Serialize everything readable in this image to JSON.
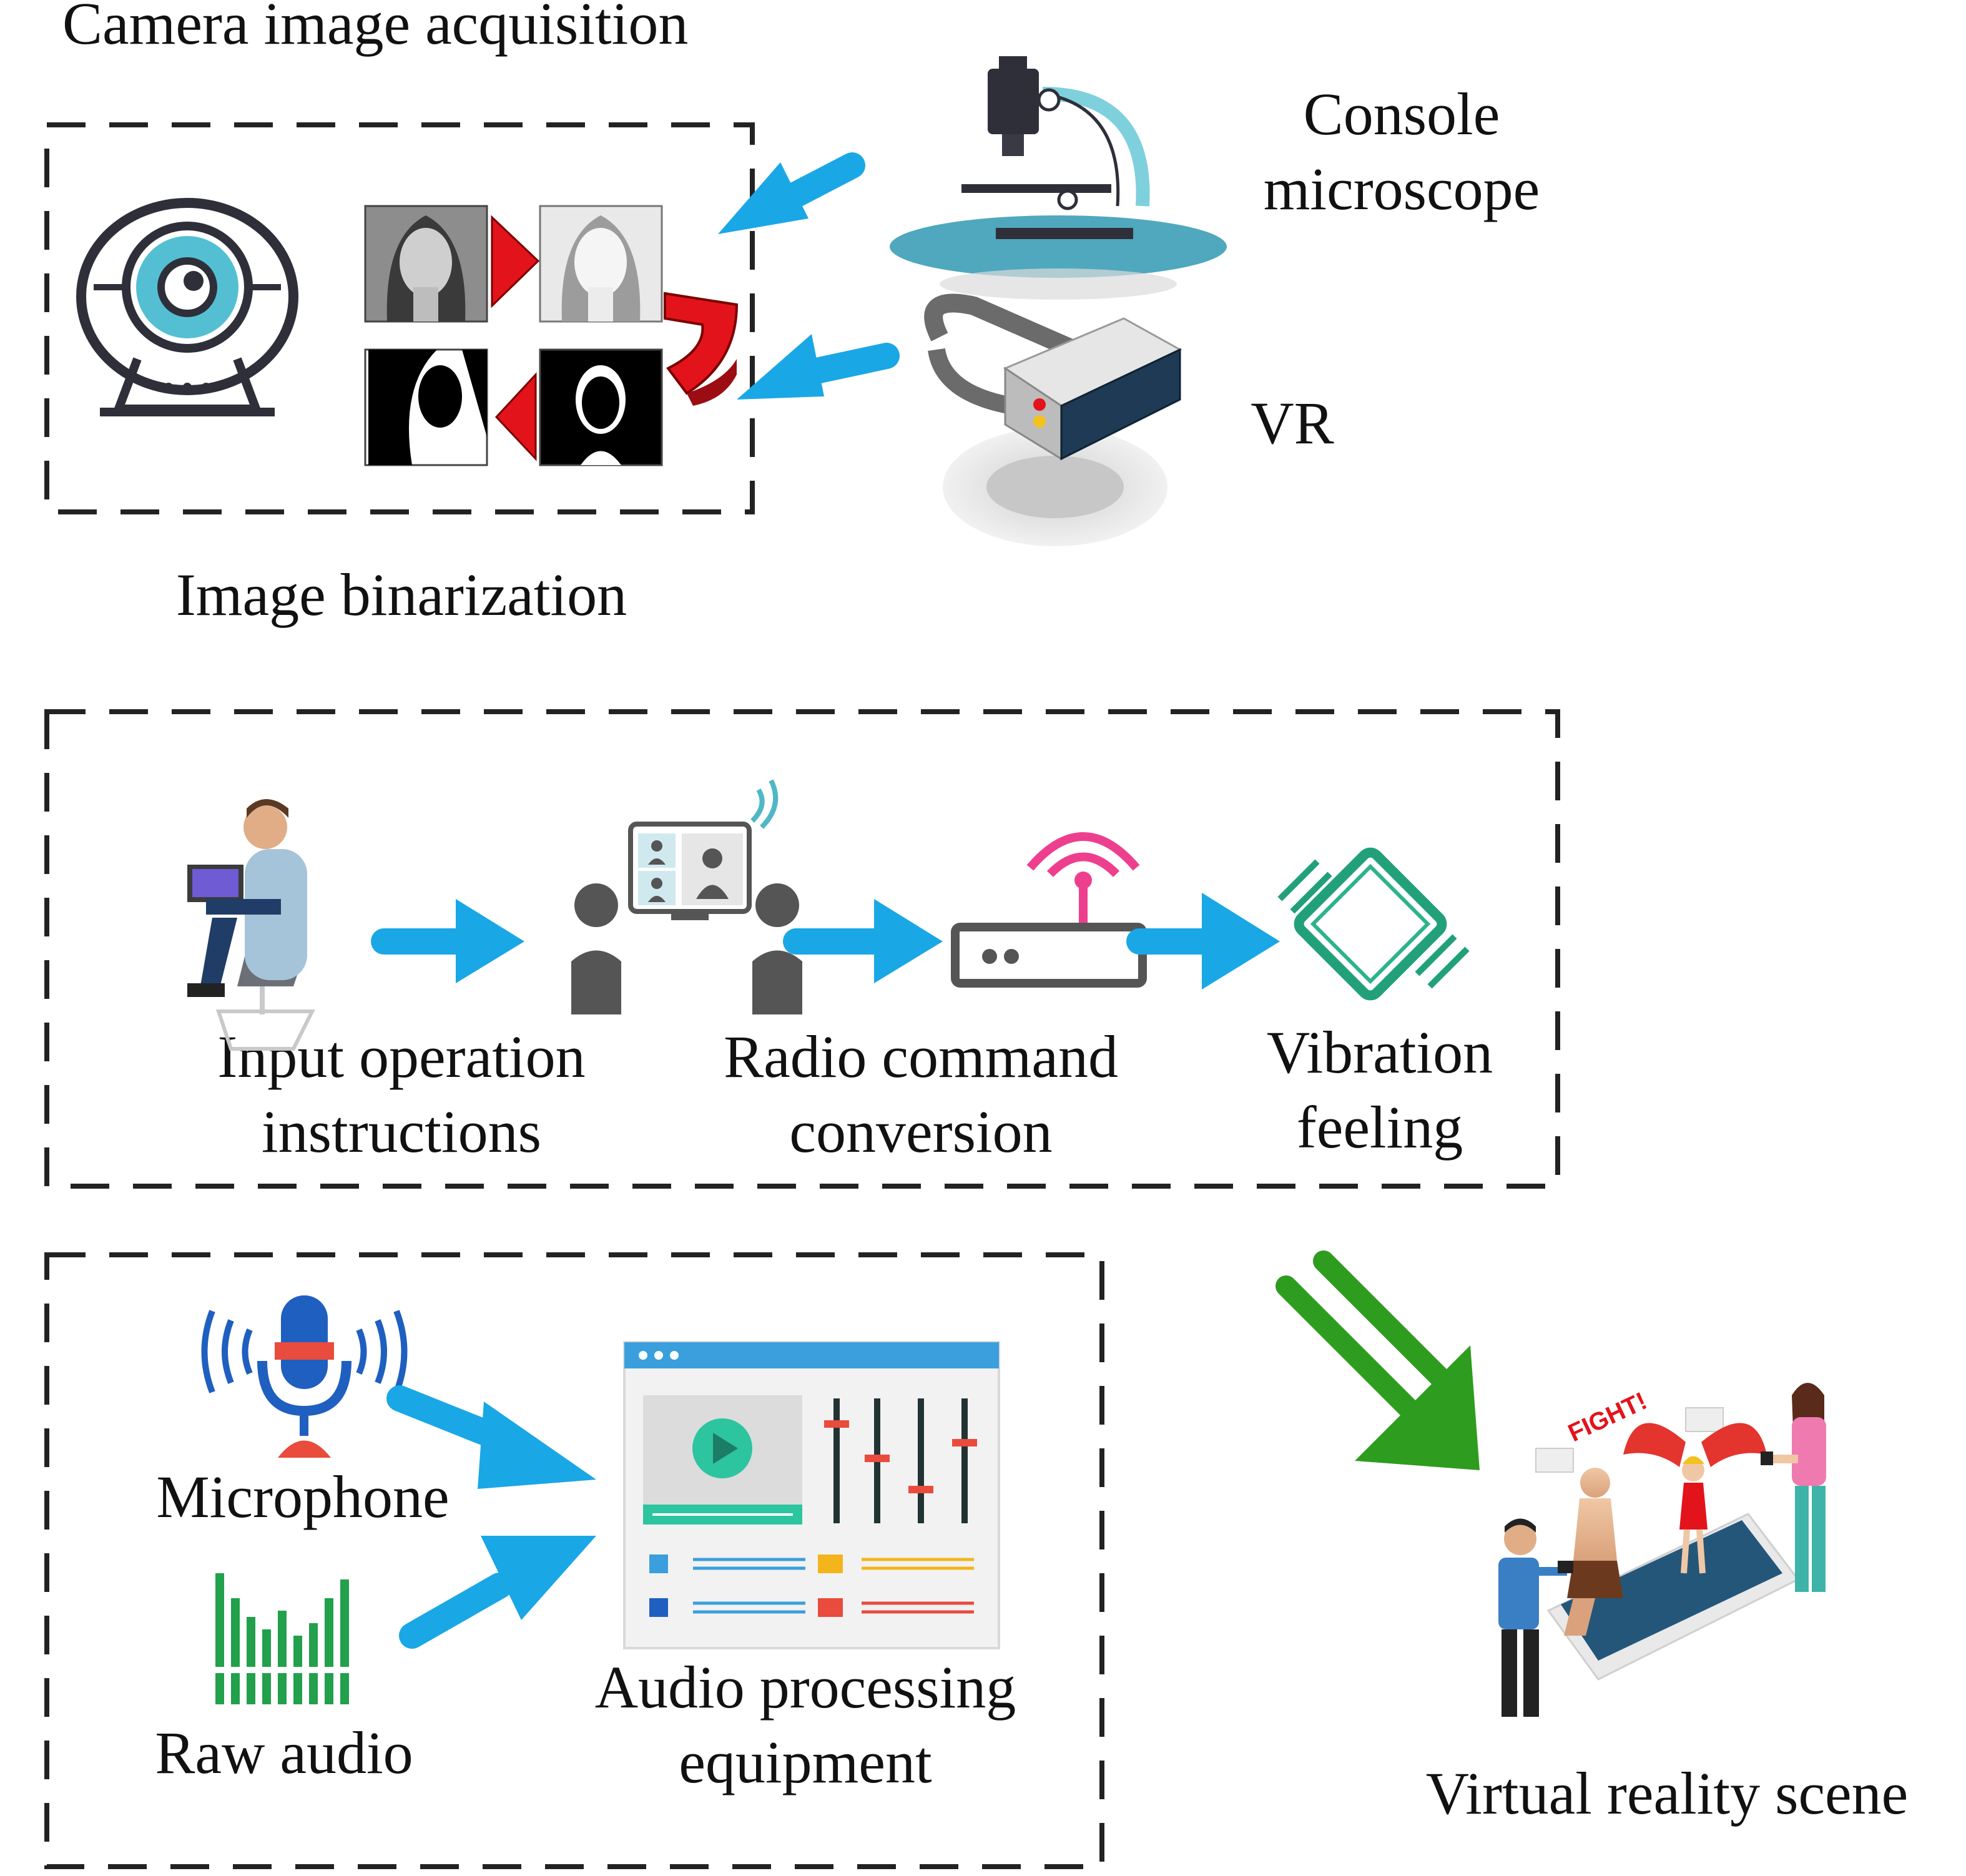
{
  "labels": {
    "camera_acquisition": "Camera image acquisition",
    "console_microscope_1": "Console",
    "console_microscope_2": "microscope",
    "vr": "VR",
    "image_binarization": "Image binarization",
    "input_ops_1": "Input operation",
    "input_ops_2": "instructions",
    "radio_cmd_1": "Radio command",
    "radio_cmd_2": "conversion",
    "vibration_1": "Vibration",
    "vibration_2": "feeling",
    "microphone": "Microphone",
    "raw_audio": "Raw audio",
    "audio_proc_1": "Audio processing",
    "audio_proc_2": "equipment",
    "vr_scene": "Virtual reality scene",
    "fight_sign": "FIGHT!"
  },
  "colors": {
    "arrow_blue": "#1aa7e6",
    "arrow_green": "#2e9c1e",
    "red_marker": "#e3131b",
    "teal": "#4fb7c6",
    "dashed_border": "#222222"
  },
  "icons": [
    "webcam-icon",
    "portrait-thumbnail",
    "microscope-icon",
    "vr-headset-icon",
    "user-at-laptop-icon",
    "video-call-icon",
    "router-icon",
    "vibrating-phone-icon",
    "microphone-icon",
    "equalizer-icon",
    "audio-software-icon",
    "ar-game-scene-icon"
  ]
}
